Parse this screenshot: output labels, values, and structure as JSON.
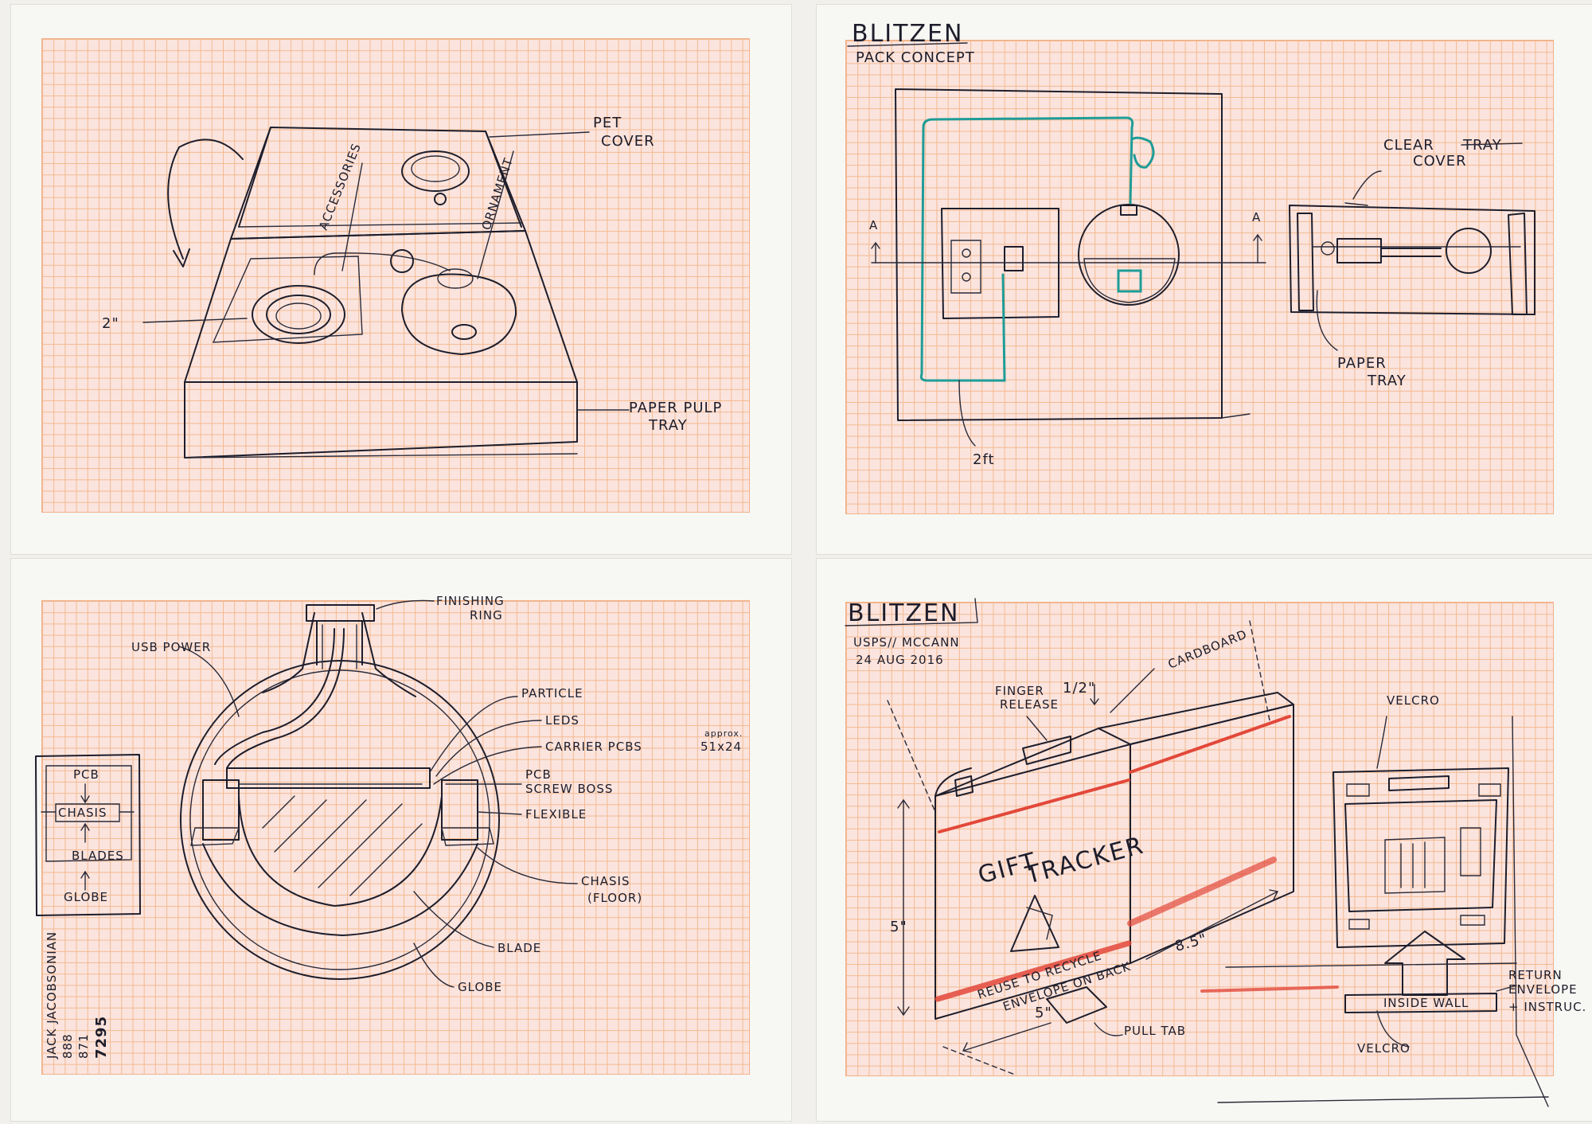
{
  "panels": {
    "top_left": {
      "labels": {
        "pet_cover_1": "PET",
        "pet_cover_2": "COVER",
        "accessories": "ACCESSORIES",
        "ornament": "ORNAMENT",
        "dim_2in": "2\"",
        "paper_pulp_1": "PAPER PULP",
        "paper_pulp_2": "TRAY"
      }
    },
    "top_right": {
      "title": "BLITZEN",
      "subtitle": "PACK CONCEPT",
      "labels": {
        "clear_1": "CLEAR",
        "tray_struck": "TRAY",
        "clear_2": "COVER",
        "paper_1": "PAPER",
        "paper_2": "TRAY",
        "section_a_left": "A",
        "section_a_right": "A",
        "cord_length": "2ft"
      }
    },
    "bottom_left": {
      "labels": {
        "finishing_1": "FINISHING",
        "finishing_2": "RING",
        "usb_power": "USB POWER",
        "particle": "PARTICLE",
        "leds": "LEDS",
        "carrier": "CARRIER PCBS",
        "approx": "approx.",
        "dims": "51x24",
        "pcb_1": "PCB",
        "pcb_2": "SCREW BOSS",
        "flexible": "FLEXIBLE",
        "chasis_1": "CHASIS",
        "chasis_2": "(FLOOR)",
        "blade": "BLADE",
        "globe": "GLOBE"
      },
      "block_diagram": {
        "pcb": "PCB",
        "chasis": "CHASIS",
        "blades": "BLADES",
        "globe": "GLOBE"
      },
      "signature": {
        "name": "JACK JACOBSONIAN",
        "line1": "888",
        "line2": "871",
        "line3": "7295"
      }
    },
    "bottom_right": {
      "title": "BLITZEN",
      "sub1": "USPS// MCCANN",
      "sub2": "24 AUG 2016",
      "labels": {
        "finger_1": "FINGER",
        "finger_2": "RELEASE",
        "half_in": "1/2\"",
        "cardboard": "CARDBOARD",
        "velcro_top": "VELCRO",
        "gift_tracker_1": "GIFT",
        "gift_tracker_2": "TRACKER",
        "reuse_1": "REUSE TO RECYCLE",
        "reuse_2": "ENVELOPE ON BACK",
        "height": "5\"",
        "width": "5\"",
        "length": "8.5\"",
        "pull_tab": "PULL TAB",
        "inside_wall": "INSIDE WALL",
        "velcro_bottom": "VELCRO",
        "return_1": "RETURN",
        "return_2": "ENVELOPE",
        "return_3": "+ INSTRUC."
      }
    }
  }
}
